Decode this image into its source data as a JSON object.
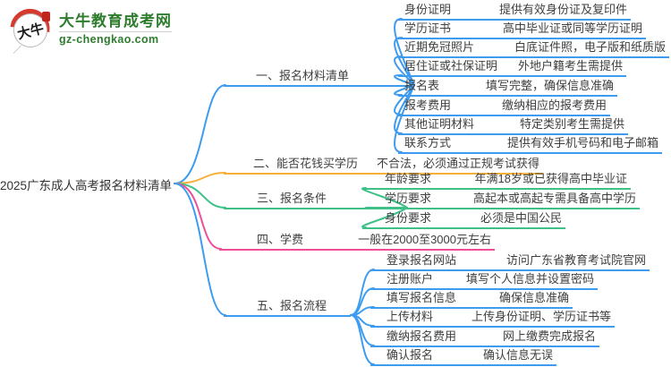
{
  "logo": {
    "mark_text": "大牛",
    "brand": "大牛教育成考网",
    "domain": "gz-chengkao.com"
  },
  "title": "2025广东成人高考报名材料清单",
  "colors": {
    "branch_blue": "#3E9CF0",
    "branch_orange": "#F5B03C",
    "branch_green": "#3EC188",
    "branch_pink": "#F04E96",
    "text": "#3F3F3F",
    "logo_green": "#2E7D2E",
    "logo_red": "#D63A2F"
  },
  "mindmap": {
    "branches": [
      {
        "label": "一、报名材料清单",
        "color": "#3E9CF0",
        "desc": "",
        "children": [
          {
            "label": "身份证明",
            "desc": "提供有效身份证及复印件"
          },
          {
            "label": "学历证书",
            "desc": "高中毕业证或同等学历证明"
          },
          {
            "label": "近期免冠照片",
            "desc": "白底证件照，电子版和纸质版"
          },
          {
            "label": "居住证或社保证明",
            "desc": "外地户籍考生需提供"
          },
          {
            "label": "报名表",
            "desc": "填写完整，确保信息准确"
          },
          {
            "label": "报考费用",
            "desc": "缴纳相应的报考费用"
          },
          {
            "label": "其他证明材料",
            "desc": "特定类别考生需提供"
          },
          {
            "label": "联系方式",
            "desc": "提供有效手机号码和电子邮箱"
          }
        ]
      },
      {
        "label": "二、能否花钱买学历",
        "color": "#F5B03C",
        "desc": "不合法，必须通过正规考试获得",
        "children": []
      },
      {
        "label": "三、报名条件",
        "color": "#3EC188",
        "desc": "",
        "children": [
          {
            "label": "年龄要求",
            "desc": "年满18岁或已获得高中毕业证"
          },
          {
            "label": "学历要求",
            "desc": "高起本或高起专需具备高中学历"
          },
          {
            "label": "身份要求",
            "desc": "必须是中国公民"
          }
        ]
      },
      {
        "label": "四、学费",
        "color": "#F04E96",
        "desc": "一般在2000至3000元左右",
        "children": []
      },
      {
        "label": "五、报名流程",
        "color": "#3E9CF0",
        "desc": "",
        "children": [
          {
            "label": "登录报名网站",
            "desc": "访问广东省教育考试院官网"
          },
          {
            "label": "注册账户",
            "desc": "填写个人信息并设置密码"
          },
          {
            "label": "填写报名信息",
            "desc": "确保信息准确"
          },
          {
            "label": "上传材料",
            "desc": "上传身份证明、学历证书等"
          },
          {
            "label": "缴纳报名费用",
            "desc": "网上缴费完成报名"
          },
          {
            "label": "确认报名",
            "desc": "确认信息无误"
          }
        ]
      }
    ]
  }
}
